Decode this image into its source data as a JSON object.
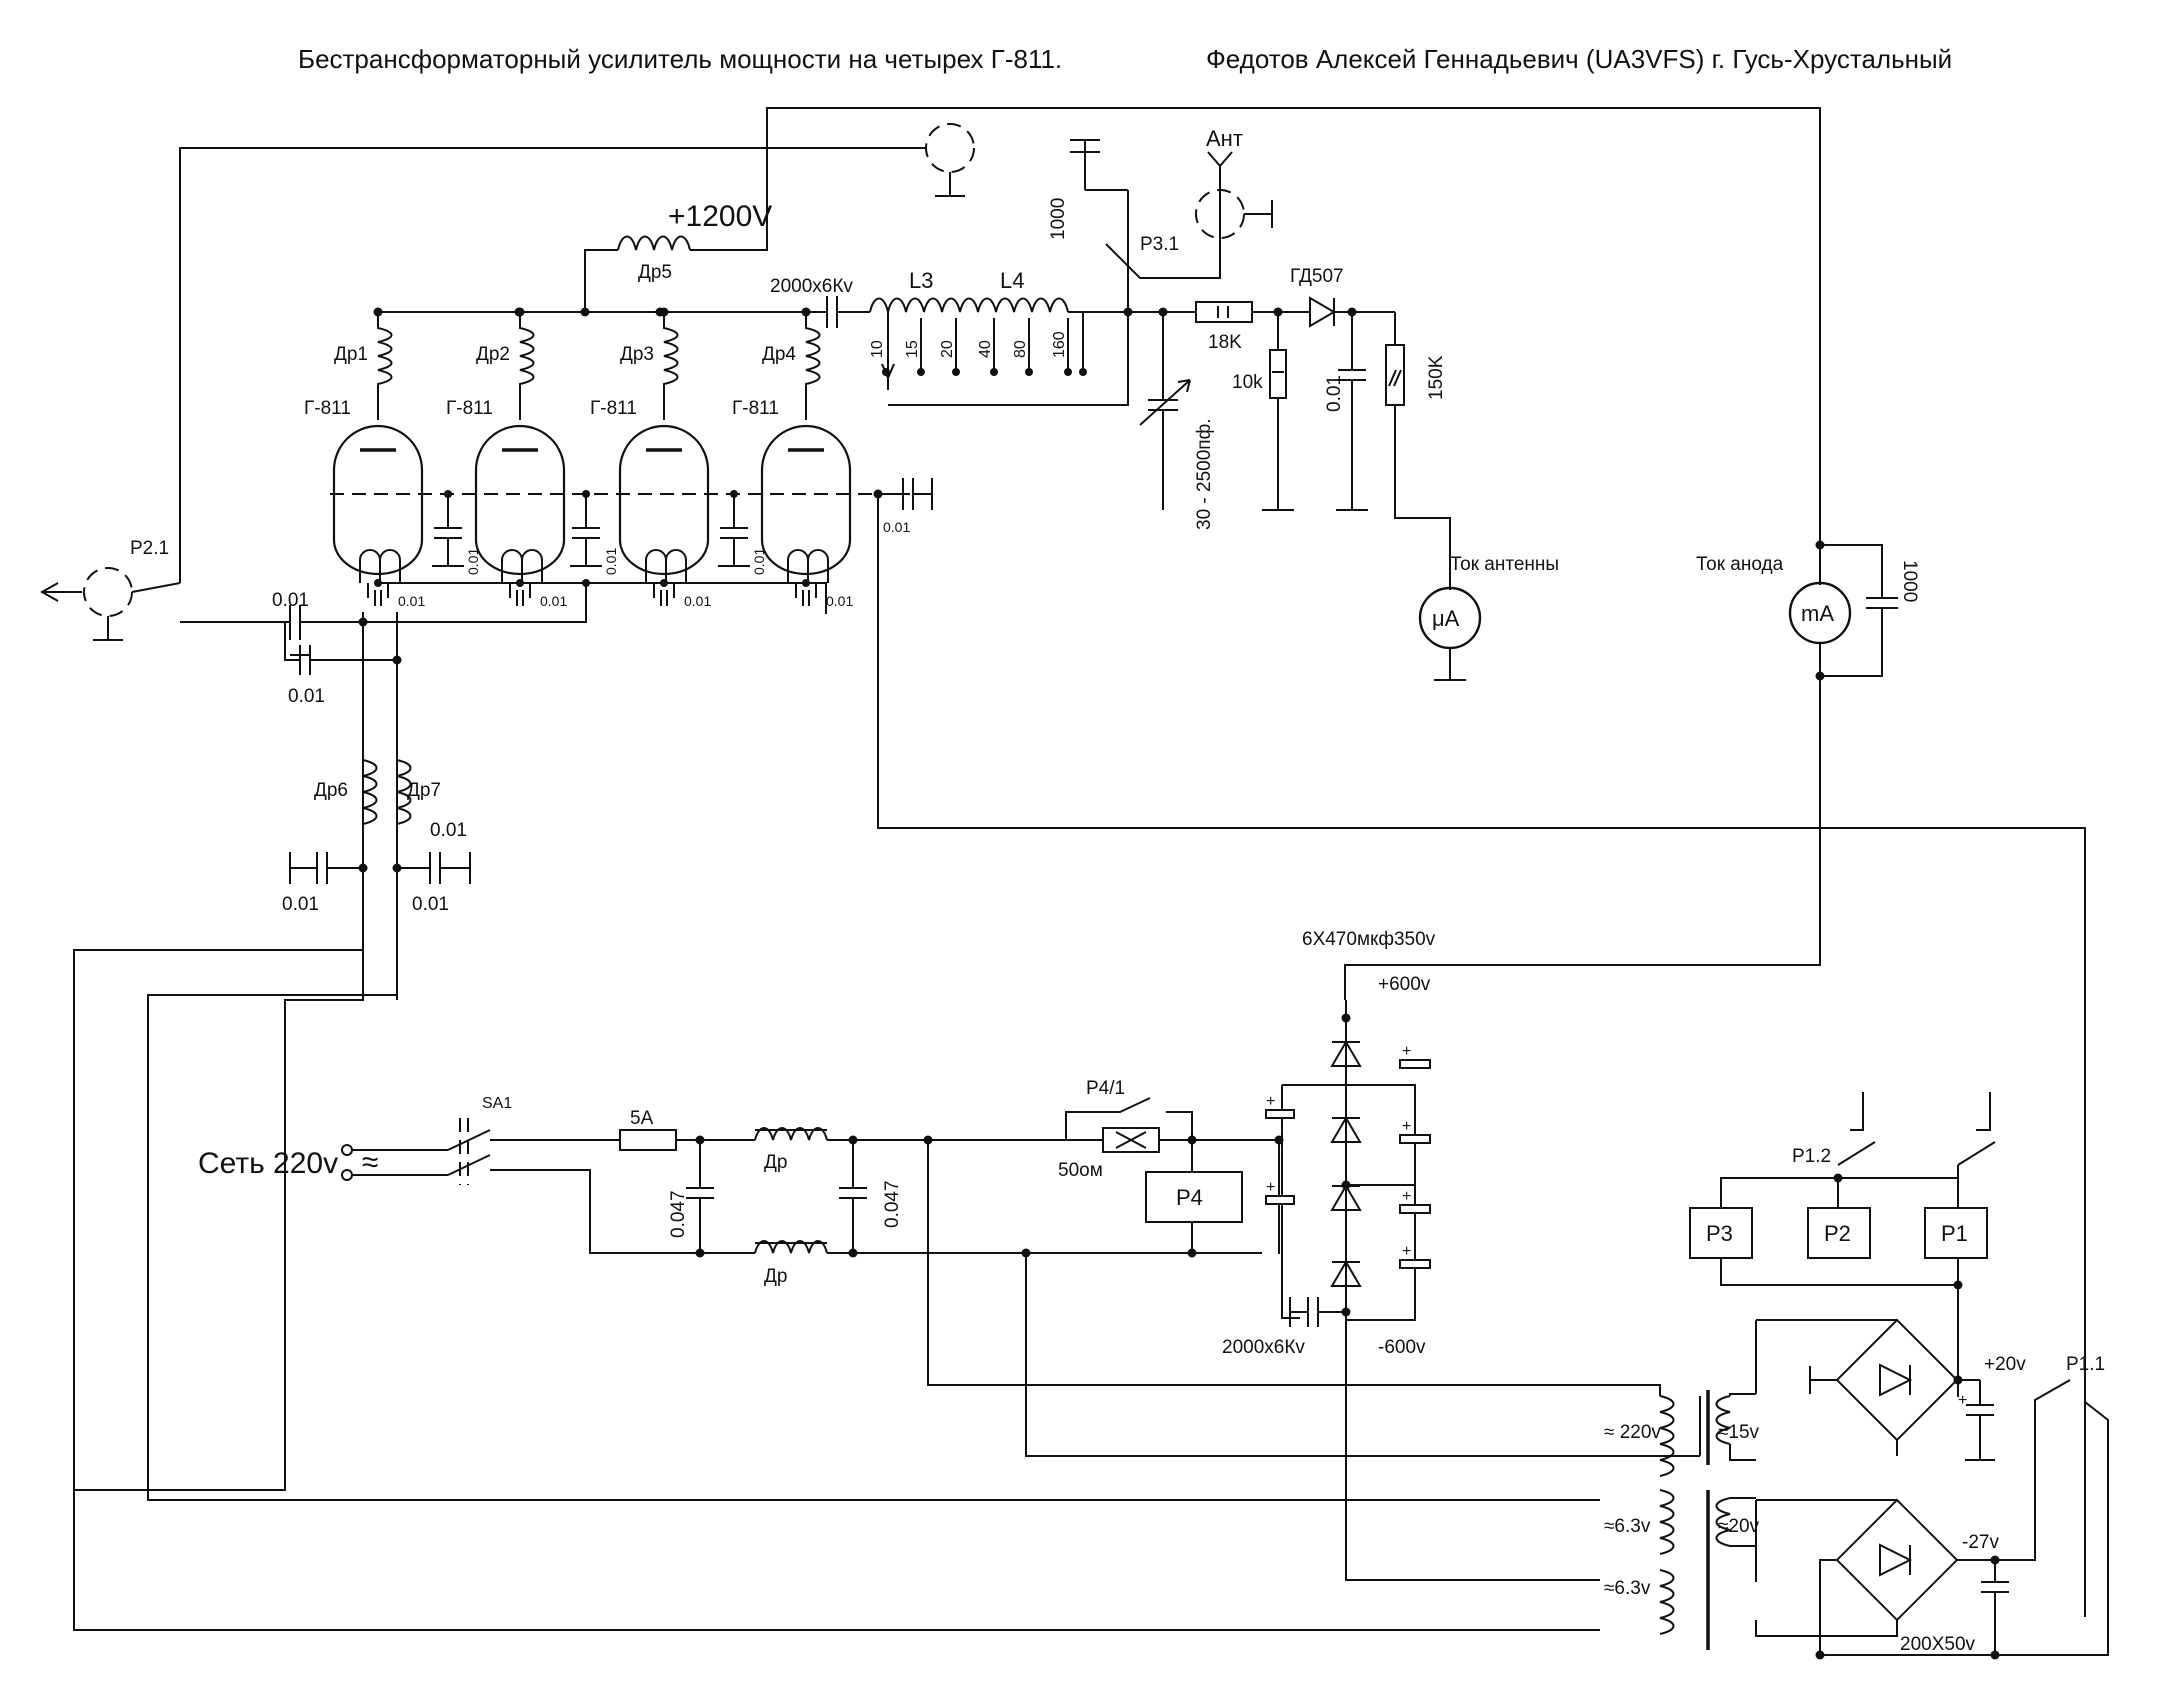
{
  "header": {
    "title": "Бестрансформаторный усилитель мощности на четырех  Г-811.",
    "author": "Федотов Алексей Геннадьевич (UA3VFS) г. Гусь-Хрустальный"
  },
  "tubes": [
    {
      "type": "Г-811",
      "choke": "Др1"
    },
    {
      "type": "Г-811",
      "choke": "Др2"
    },
    {
      "type": "Г-811",
      "choke": "Др3"
    },
    {
      "type": "Г-811",
      "choke": "Др4"
    }
  ],
  "anode_supply": {
    "voltage": "+1200V",
    "choke": "Др5"
  },
  "output": {
    "coupling_cap": "2000х6Кv",
    "coil_a": "L3",
    "coil_b": "L4",
    "taps": [
      "10",
      "15",
      "20",
      "40",
      "80",
      "160"
    ],
    "cap_1000": "1000",
    "variable_cap": "30 - 2500пф.",
    "relay_contact": "P3.1",
    "antenna": "Ант",
    "resistor_18k": "18K",
    "diode": "ГД507",
    "resistor_10k": "10k",
    "cap_001": "0.01",
    "resistor_150k": "150K",
    "meter_label": "Ток антенны",
    "meter_symbol": "μA"
  },
  "input": {
    "relay_contact": "P2.1",
    "grid_cap_labels": [
      "0.01",
      "0.01",
      "0.01",
      "0.01"
    ],
    "grid_cap": "0.01",
    "cath_cap_labels": [
      "0.01",
      "0.01",
      "0.01"
    ],
    "in_cap_1": "0.01",
    "in_cap_2": "0.01",
    "choke_6": "Др6",
    "choke_7": "Др7",
    "fil_cap_left": "0.01",
    "fil_cap_right_top": "0.01",
    "fil_cap_right_bottom": "0.01"
  },
  "anode_meter": {
    "label": "Ток анода",
    "symbol": "mA",
    "cap": "1000"
  },
  "mains": {
    "label": "Сеть  220v",
    "tilde": "≈",
    "switch": "SA1",
    "fuse": "5A",
    "choke_top": "Др",
    "choke_bottom": "Др",
    "cap_left": "0.047",
    "cap_right": "0.047",
    "relay_contact": "P4/1",
    "resistor": "X",
    "resistor_value": "50ом",
    "relay": "P4"
  },
  "hv_supply": {
    "caps": "6Х470мкф350v",
    "plus": "+600v",
    "minus": "-600v",
    "hv_cap": "2000х6Кv",
    "plus_sign": "+"
  },
  "relays": {
    "p3": "P3",
    "p2": "P2",
    "p1": "P1",
    "contact_p12": "P1.2",
    "contact_p11": "P1.1"
  },
  "low_v_supply": {
    "plus_20": "+20v",
    "minus_27": "-27v",
    "cap": "200Х50v"
  },
  "transformer": {
    "primary": "≈ 220v",
    "sec_15": "≈15v",
    "fil_1": "≈6.3v",
    "fil_2": "≈6.3v",
    "sec_20": "≈20v"
  }
}
